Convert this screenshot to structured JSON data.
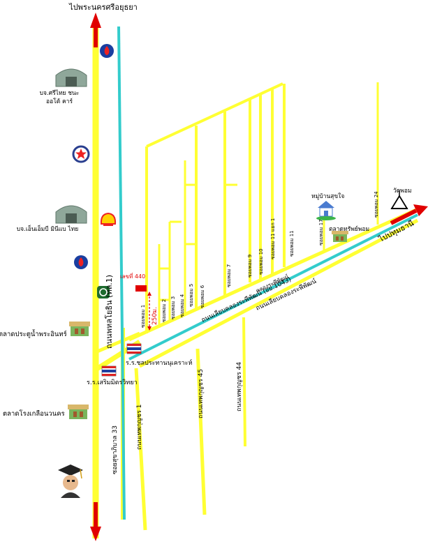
{
  "labels": {
    "north_to": "ไปพระนครศรีอยุธยา",
    "phahon_yothin": "ถนนพหลโยธิน (ทล.1)",
    "to_pathum": "ไปปทุมธานี",
    "klong_rd_1": "ถนนเลียบคลองระพีพัฒน์ (อย.1043)",
    "klong_rd_2": "ถนนเลียบคลองระพีพัฒน์",
    "canal": "คลองระพีพัฒน์",
    "phaholyothin_1": "ถนนเทพกุญชร 1",
    "phaholyothin_44": "ถนนเทพกุญชร 44",
    "phaholyothin_45": "ถนนเทพกุญชร 45",
    "soi_sukaphiban_33": "ซอยสุขาภิบาล 33",
    "house_no": "เลขที่ 440",
    "distance": "250ม."
  },
  "sois": {
    "s1": "ซอยพอม 1",
    "s2": "ซอยพอม 2",
    "s3": "ซอยพอม 3",
    "s4": "ซอยพอม 4",
    "s5": "ซอยพอม 5",
    "s6": "ซอยพอม 6",
    "s7": "ซอยพอม 7",
    "s9": "ซอยพอม 9",
    "s10": "ซอยพอม 10",
    "s11_1": "ซอยพอม 11 แยก 1",
    "s11": "ซอยพอม 11",
    "s17": "ซอยพอม 17",
    "s24": "ซอยพอม 24"
  },
  "places": {
    "company1_line1": "บจ.ศรีไทย ชนะ",
    "company1_line2": "ออโต้ คาร์",
    "company2": "บจ.เอ็นเอ็มบี มินีแบ ไทย",
    "market_prachuap": "ตลาดประตูน้ำพระอินทร์",
    "market_rongkluea": "ตลาดโรงเกลือนวนคร",
    "school_1": "ร.ร.ชลประทานนุเคราะห์",
    "school_2": "ร.ร.เสริมมิตรวิทยา",
    "village": "หมู่บ้านสุขใจ",
    "market_pom": "ตลาดทรัพย์พอม",
    "temple": "วัดพอม"
  },
  "icons": {
    "ptt_top": "ptt-logo-icon",
    "caltex": "caltex-logo-icon",
    "ptt_mid": "ptt-logo-icon",
    "shell": "shell-logo-icon",
    "bank": "bank-logo-icon",
    "warehouse": "warehouse-icon",
    "market": "market-stall-icon",
    "school": "school-flag-icon",
    "graduate": "graduate-icon",
    "temple": "temple-icon",
    "village": "house-icon",
    "location": "location-marker-icon"
  },
  "colors": {
    "road": "#ffff33",
    "canal": "#33cccc",
    "arrow": "#e00000",
    "marker": "#e00000"
  }
}
